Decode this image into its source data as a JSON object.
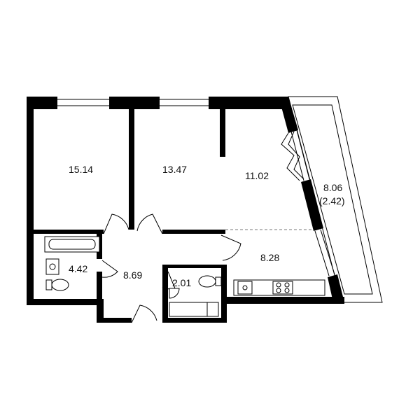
{
  "floorplan": {
    "rooms": [
      {
        "id": "bedroom-left",
        "area": "15.14"
      },
      {
        "id": "bedroom-middle",
        "area": "13.47"
      },
      {
        "id": "living-room",
        "area": "11.02"
      },
      {
        "id": "kitchen",
        "area": "8.28"
      },
      {
        "id": "bathroom",
        "area": "4.42"
      },
      {
        "id": "hallway",
        "area": "8.69"
      },
      {
        "id": "wc",
        "area": "2.01"
      }
    ],
    "balcony": {
      "area": "8.06",
      "reduced_area": "(2.42)"
    }
  }
}
